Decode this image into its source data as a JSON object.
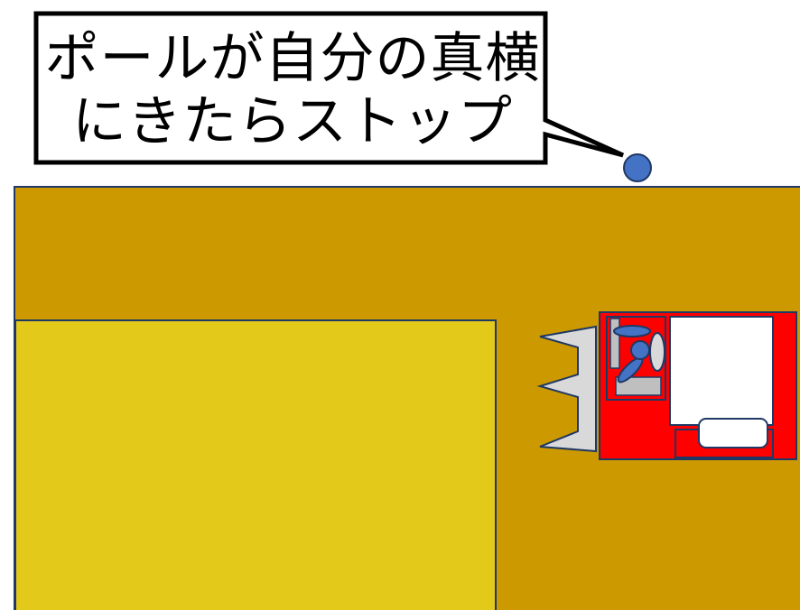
{
  "callout": {
    "line1": "ポールが自分の真横",
    "line2": "にきたらストップ"
  },
  "colors": {
    "floor": "#CC9900",
    "zone": "#E3C919",
    "robot_body": "#FF0000",
    "pole": "#4472C4",
    "mechanism": "#D9D9D9",
    "outline": "#1F3864"
  },
  "icons": [
    "pole-marker",
    "speech-bubble",
    "robot",
    "gripper",
    "operator-figure"
  ]
}
